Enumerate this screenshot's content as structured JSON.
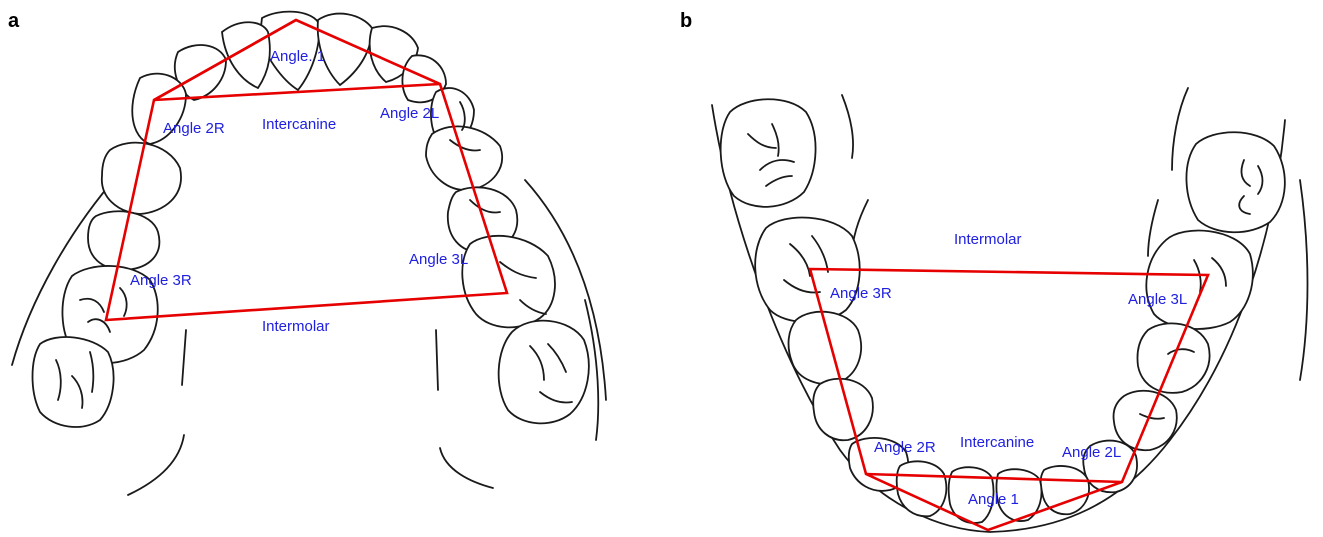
{
  "panels": {
    "a": {
      "letter": "a",
      "angle_1": "Angle. 1",
      "angle_2r": "Angle 2R",
      "angle_2l": "Angle 2L",
      "angle_3r": "Angle 3R",
      "angle_3l": "Angle 3L",
      "intercanine": "Intercanine",
      "intermolar": "Intermolar"
    },
    "b": {
      "letter": "b",
      "angle_1": "Angle 1",
      "angle_2r": "Angle 2R",
      "angle_2l": "Angle 2L",
      "angle_3r": "Angle 3R",
      "angle_3l": "Angle 3L",
      "intercanine": "Intercanine",
      "intermolar": "Intermolar"
    }
  },
  "colors": {
    "polygon": "#e60000",
    "label": "#2020e0",
    "outline": "#1a1a1a"
  }
}
